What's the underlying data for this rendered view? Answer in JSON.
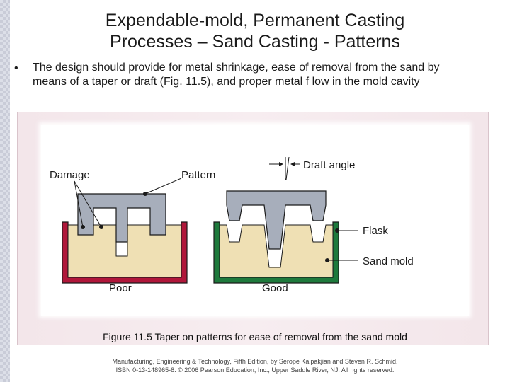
{
  "slide": {
    "title_line1": "Expendable-mold, Permanent Casting",
    "title_line2": "Processes – Sand Casting - Patterns",
    "bullet_symbol": "•",
    "bullet_text": "The design should provide for metal shrinkage, ease of removal from the sand by means of a taper or draft (Fig. 11.5), and proper metal f low in the mold cavity"
  },
  "figure": {
    "labels": {
      "damage": "Damage",
      "pattern": "Pattern",
      "draft_angle": "Draft angle",
      "flask": "Flask",
      "sand_mold": "Sand mold",
      "poor": "Poor",
      "good": "Good"
    },
    "colors": {
      "sand": "#efe0b4",
      "pattern": "#a7aebb",
      "flask_poor": "#b0173a",
      "flask_good": "#1e7a3c",
      "outline": "#1a1a1a"
    },
    "caption": "Figure 11.5 Taper on patterns for ease of removal from the sand mold"
  },
  "footer": {
    "line1": "Manufacturing, Engineering & Technology, Fifth Edition, by Serope Kalpakjian and Steven R. Schmid.",
    "line2": "ISBN 0-13-148965-8. © 2006 Pearson Education, Inc., Upper Saddle River, NJ. All rights reserved."
  }
}
